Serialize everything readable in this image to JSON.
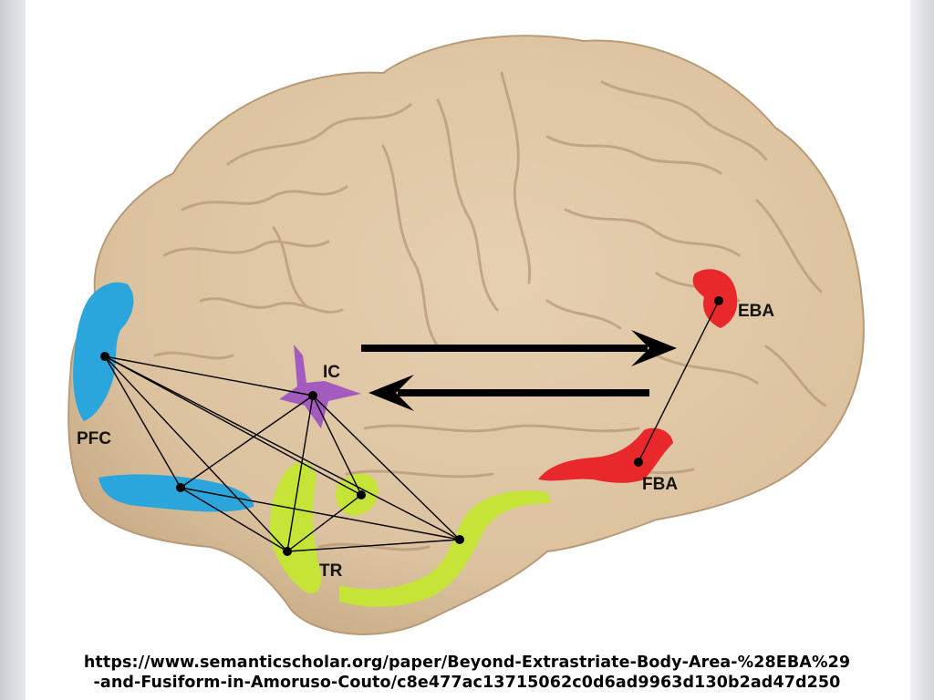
{
  "figure": {
    "labels": {
      "pfc": "PFC",
      "ic": "IC",
      "tr": "TR",
      "eba": "EBA",
      "fba": "FBA"
    },
    "colors": {
      "brain": "#ddc4a2",
      "sulcus": "#b49a78",
      "pfc": "#2aa6dc",
      "ic": "#a35bbd",
      "tr": "#c6e338",
      "eba_fba": "#e8282b",
      "edges": "#000000"
    }
  },
  "caption": {
    "line1": "https://www.semanticscholar.org/paper/Beyond-Extrastriate-Body-Area-%28EBA%29",
    "line2": "-and-Fusiform-in-Amoruso-Couto/c8e477ac13715062c0d6ad9963d130b2ad47d250"
  }
}
